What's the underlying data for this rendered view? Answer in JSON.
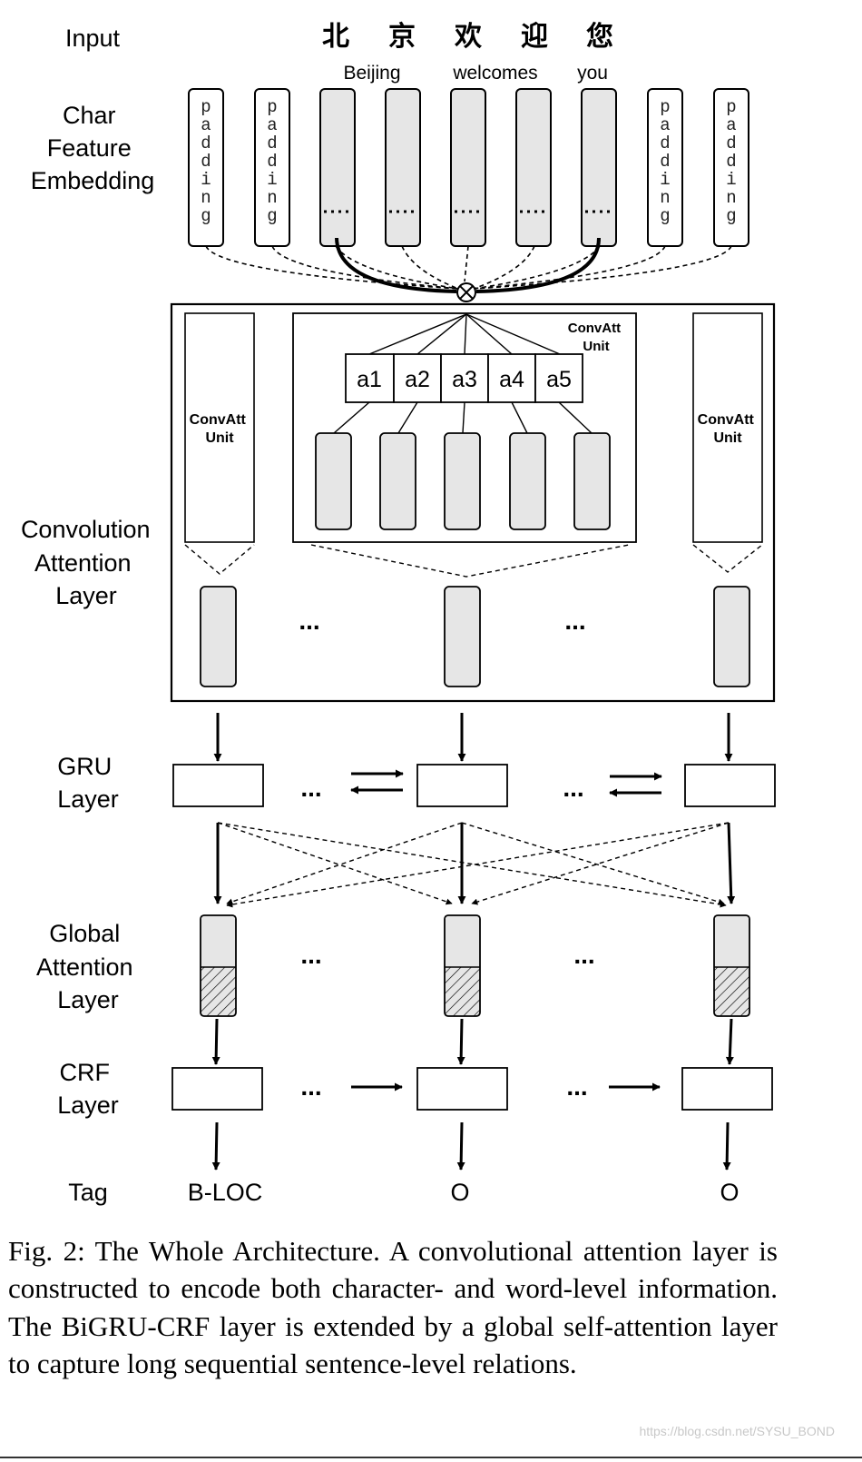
{
  "row_labels": {
    "input": "Input",
    "char_embedding": [
      "Char",
      "Feature",
      "Embedding"
    ],
    "conv_attention": [
      "Convolution",
      "Attention",
      "Layer"
    ],
    "gru": [
      "GRU",
      "Layer"
    ],
    "global_attention": [
      "Global",
      "Attention",
      "Layer"
    ],
    "crf": [
      "CRF",
      "Layer"
    ],
    "tag": "Tag"
  },
  "input_chars": [
    "北",
    "京",
    "欢",
    "迎",
    "您"
  ],
  "input_words": [
    "Beijing",
    "welcomes",
    "you"
  ],
  "padding_letters": [
    "p",
    "a",
    "d",
    "d",
    "i",
    "n",
    "g"
  ],
  "convatt_unit_label": [
    "ConvAtt",
    "Unit"
  ],
  "attention_cells": [
    "a1",
    "a2",
    "a3",
    "a4",
    "a5"
  ],
  "ellipsis": "...",
  "multiply_symbol": "⊗",
  "tags": [
    "B-LOC",
    "O",
    "O"
  ],
  "caption": "Fig. 2: The Whole Architecture. A convolutional attention layer is constructed to encode both character- and word-level information. The BiGRU-CRF layer is extended by a global self-attention layer to capture long sequential sentence-level relations.",
  "watermark": "https://blog.csdn.net/SYSU_BOND",
  "colors": {
    "box_fill": "#e6e6e6",
    "stroke": "#000000",
    "hatch_fill": "#e6e6e6"
  }
}
